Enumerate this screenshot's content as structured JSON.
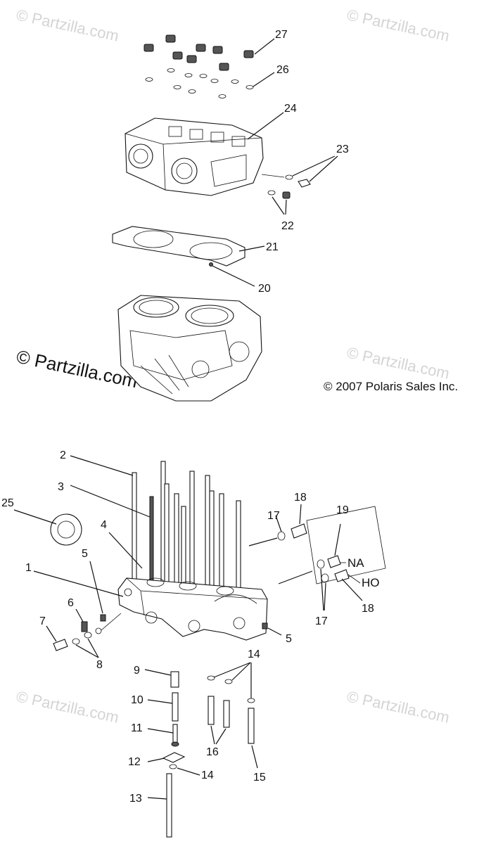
{
  "watermarks": {
    "top_left": "© Partzilla.com",
    "top_right": "© Partzilla.com",
    "middle_left": "© Partzilla.com",
    "middle_right": "© Partzilla.com",
    "bottom_left": "© Partzilla.com",
    "bottom_right": "© Partzilla.com"
  },
  "copyright": "© 2007 Polaris Sales Inc.",
  "variants": {
    "na": "NA",
    "ho": "HO"
  },
  "callouts": {
    "c27": "27",
    "c26": "26",
    "c24": "24",
    "c23": "23",
    "c22": "22",
    "c21": "21",
    "c20": "20",
    "c2": "2",
    "c3": "3",
    "c25": "25",
    "c4": "4",
    "c5a": "5",
    "c1": "1",
    "c6": "6",
    "c7": "7",
    "c8": "8",
    "c5b": "5",
    "c17a": "17",
    "c18a": "18",
    "c19": "19",
    "c18b": "18",
    "c17b": "17",
    "c9": "9",
    "c10": "10",
    "c11": "11",
    "c12": "12",
    "c13": "13",
    "c14a": "14",
    "c14b": "14",
    "c16": "16",
    "c15": "15"
  }
}
